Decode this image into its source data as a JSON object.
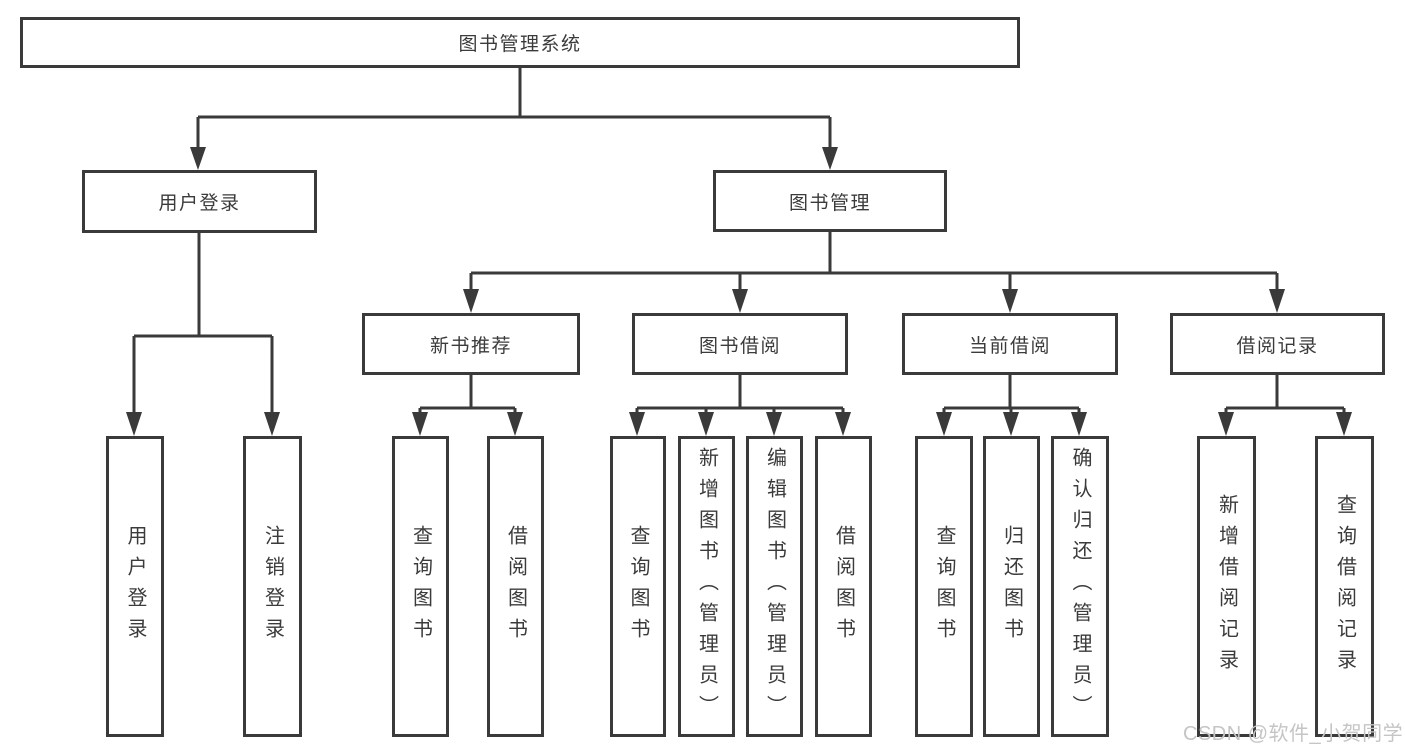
{
  "diagram": {
    "type": "tree",
    "nodes": [
      {
        "id": "root",
        "label": "图书管理系统",
        "parent": null
      },
      {
        "id": "user-login",
        "label": "用户登录",
        "parent": "root"
      },
      {
        "id": "book-management",
        "label": "图书管理",
        "parent": "root"
      },
      {
        "id": "new-book-recommend",
        "label": "新书推荐",
        "parent": "book-management"
      },
      {
        "id": "book-borrowing",
        "label": "图书借阅",
        "parent": "book-management"
      },
      {
        "id": "current-borrowing",
        "label": "当前借阅",
        "parent": "book-management"
      },
      {
        "id": "borrowing-records",
        "label": "借阅记录",
        "parent": "book-management"
      },
      {
        "id": "user-login-action",
        "label": "用户登录",
        "parent": "user-login"
      },
      {
        "id": "logout-action",
        "label": "注销登录",
        "parent": "user-login"
      },
      {
        "id": "query-books-recommend",
        "label": "查询图书",
        "parent": "new-book-recommend"
      },
      {
        "id": "borrow-books-recommend",
        "label": "借阅图书",
        "parent": "new-book-recommend"
      },
      {
        "id": "query-books-borrow",
        "label": "查询图书",
        "parent": "book-borrowing"
      },
      {
        "id": "add-book-admin",
        "label": "新增图书（管理员）",
        "parent": "book-borrowing"
      },
      {
        "id": "edit-book-admin",
        "label": "编辑图书（管理员）",
        "parent": "book-borrowing"
      },
      {
        "id": "borrow-books",
        "label": "借阅图书",
        "parent": "book-borrowing"
      },
      {
        "id": "query-books-current",
        "label": "查询图书",
        "parent": "current-borrowing"
      },
      {
        "id": "return-books",
        "label": "归还图书",
        "parent": "current-borrowing"
      },
      {
        "id": "confirm-return-admin",
        "label": "确认归还（管理员）",
        "parent": "current-borrowing"
      },
      {
        "id": "add-borrow-record",
        "label": "新增借阅记录",
        "parent": "borrowing-records"
      },
      {
        "id": "query-borrow-record",
        "label": "查询借阅记录",
        "parent": "borrowing-records"
      }
    ]
  },
  "watermark": {
    "text": "CSDN @软件_小贺同学",
    "color": "#c5c5c5"
  },
  "colors": {
    "line": "#3a3a3a",
    "box_border": "#3a3a3a",
    "text": "#3b3b3b",
    "background": "#ffffff"
  }
}
